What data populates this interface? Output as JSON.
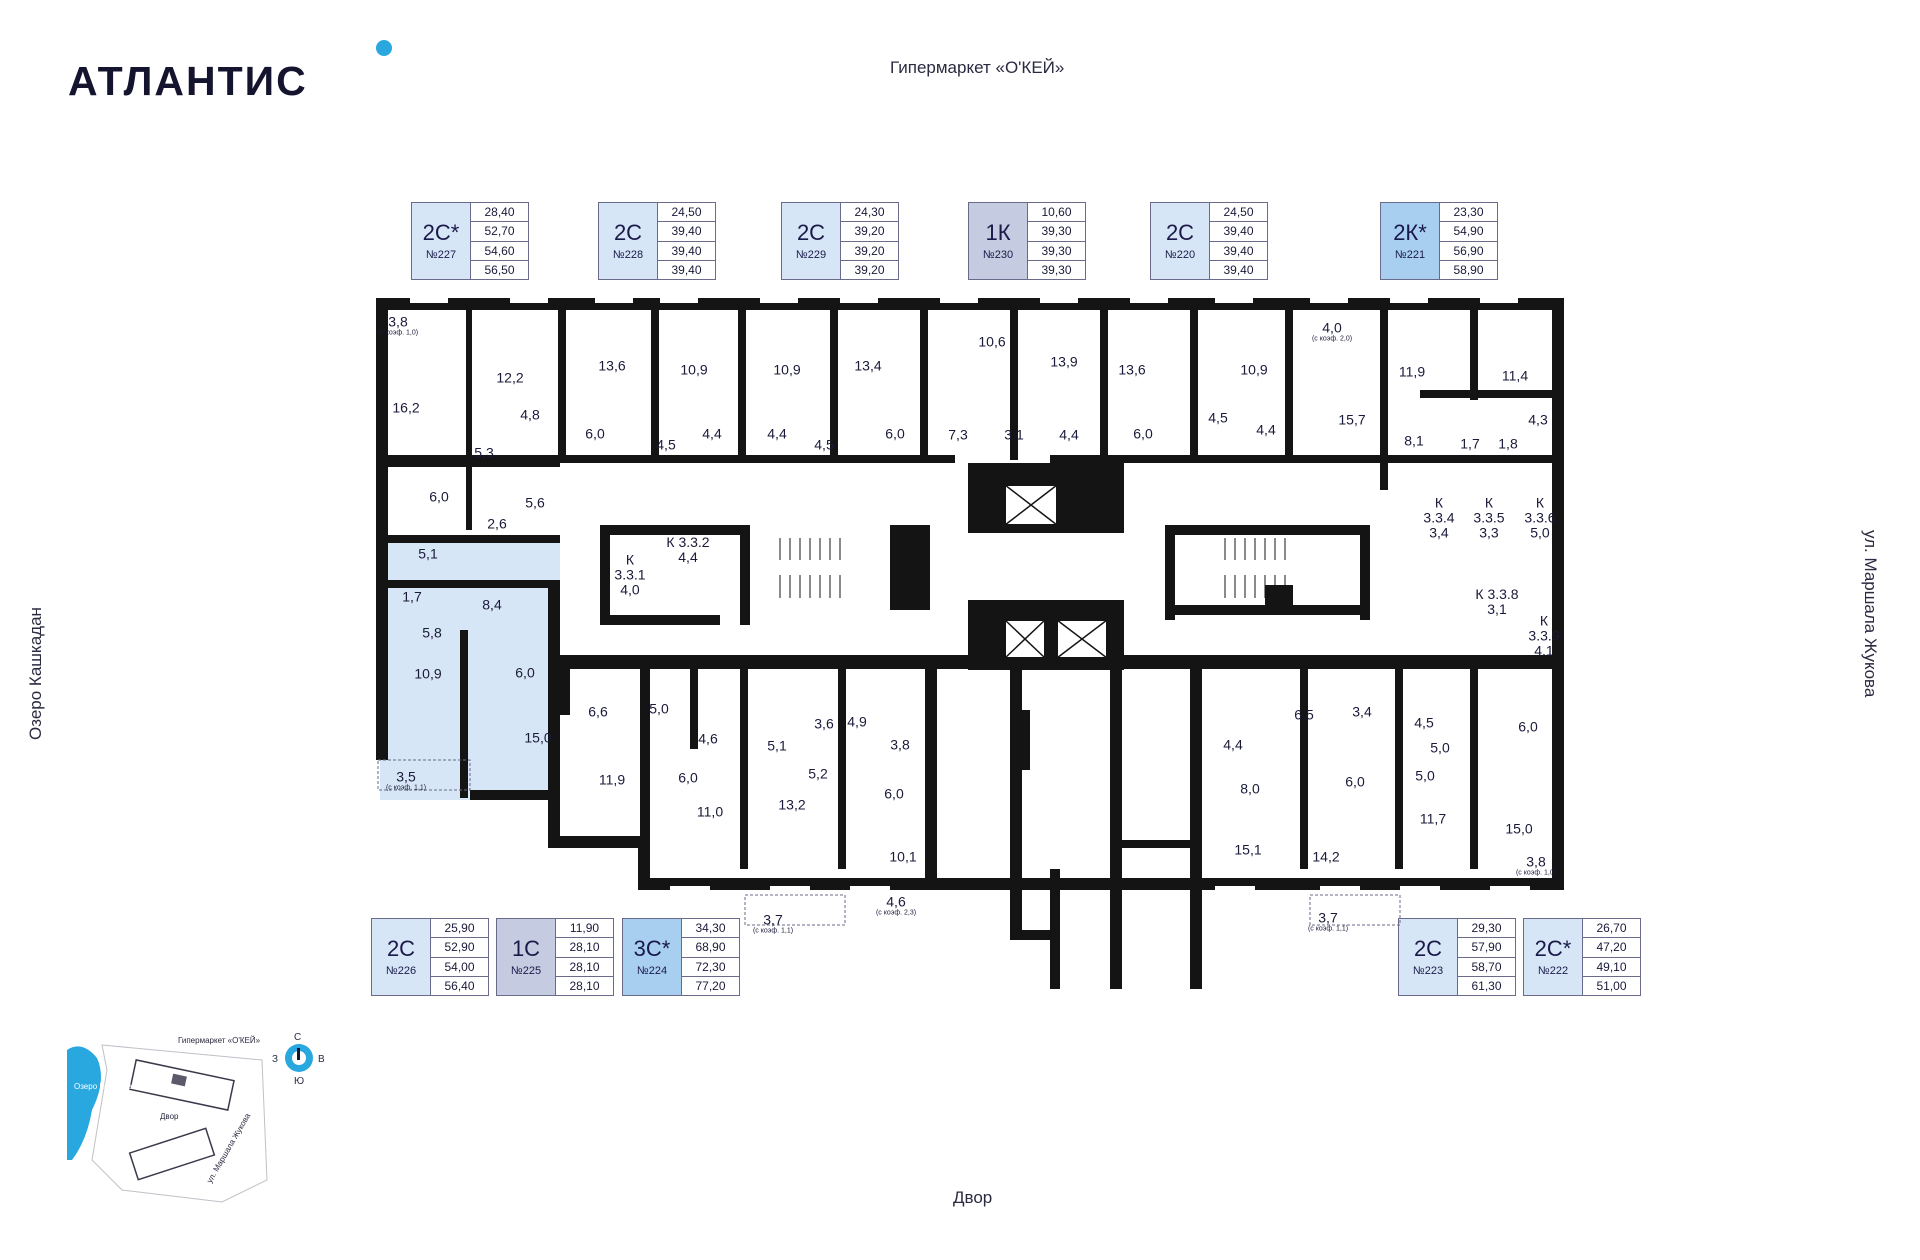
{
  "brand": "АТЛАНТИС",
  "streets": {
    "top": "Гипермаркет «О'КЕЙ»",
    "bottom": "Двор",
    "left": "Озеро Кашкадан",
    "right": "ул. Маршала Жукова"
  },
  "colors": {
    "accent": "#29a8e0",
    "highlight_light": "#d7e6f6",
    "highlight_mid": "#c5cbe0",
    "highlight_strong": "#a9cff0",
    "wall": "#141414"
  },
  "top_cards": [
    {
      "type": "2С*",
      "num": "№227",
      "areas": [
        "28,40",
        "52,70",
        "54,60",
        "56,50"
      ]
    },
    {
      "type": "2С",
      "num": "№228",
      "areas": [
        "24,50",
        "39,40",
        "39,40",
        "39,40"
      ]
    },
    {
      "type": "2С",
      "num": "№229",
      "areas": [
        "24,30",
        "39,20",
        "39,20",
        "39,20"
      ]
    },
    {
      "type": "1К",
      "num": "№230",
      "areas": [
        "10,60",
        "39,30",
        "39,30",
        "39,30"
      ]
    },
    {
      "type": "2С",
      "num": "№220",
      "areas": [
        "24,50",
        "39,40",
        "39,40",
        "39,40"
      ]
    },
    {
      "type": "2К*",
      "num": "№221",
      "areas": [
        "23,30",
        "54,90",
        "56,90",
        "58,90"
      ]
    }
  ],
  "bottom_cards": [
    {
      "type": "2С",
      "num": "№226",
      "areas": [
        "25,90",
        "52,90",
        "54,00",
        "56,40"
      ]
    },
    {
      "type": "1С",
      "num": "№225",
      "areas": [
        "11,90",
        "28,10",
        "28,10",
        "28,10"
      ]
    },
    {
      "type": "3С*",
      "num": "№224",
      "areas": [
        "34,30",
        "68,90",
        "72,30",
        "77,20"
      ]
    },
    {
      "type": "2С",
      "num": "№223",
      "areas": [
        "29,30",
        "57,90",
        "58,70",
        "61,30"
      ]
    },
    {
      "type": "2С*",
      "num": "№222",
      "areas": [
        "26,70",
        "47,20",
        "49,10",
        "51,00"
      ]
    }
  ],
  "rooms": [
    "3,8",
    "12,2",
    "13,6",
    "10,9",
    "10,9",
    "13,4",
    "10,6",
    "13,9",
    "13,6",
    "10,9",
    "4,0",
    "11,9",
    "11,4",
    "16,2",
    "4,8",
    "5,3",
    "6,0",
    "4,5",
    "4,4",
    "4,4",
    "4,5",
    "6,0",
    "7,3",
    "3,1",
    "4,4",
    "6,0",
    "4,5",
    "4,4",
    "15,7",
    "8,1",
    "1,7",
    "1,8",
    "4,3",
    "6,0",
    "5,6",
    "2,6",
    "5,1",
    "1,7",
    "8,4",
    "5,8",
    "10,9",
    "6,0",
    "15,0",
    "3,5",
    "6,6",
    "5,0",
    "4,6",
    "5,1",
    "3,6",
    "4,9",
    "3,8",
    "11,9",
    "6,0",
    "5,2",
    "6,0",
    "11,0",
    "13,2",
    "10,1",
    "4,6",
    "3,7",
    "6,5",
    "3,4",
    "4,5",
    "6,0",
    "4,4",
    "5,0",
    "8,0",
    "6,0",
    "5,0",
    "15,1",
    "14,2",
    "11,7",
    "15,0",
    "3,8",
    "3,7"
  ],
  "coef_notes": [
    "(с коэф. 1,0)",
    "(с коэф. 2,0)",
    "(с коэф. 1,1)",
    "(с коэф. 1,1)",
    "(с коэф. 2,3)",
    "(с коэф. 1,1)",
    "(с коэф. 1,0)"
  ],
  "storage": [
    {
      "label": "К\n3.3.1\n4,0"
    },
    {
      "label": "К 3.3.2\n4,4"
    },
    {
      "label": "К\n3.3.4\n3,4"
    },
    {
      "label": "К\n3.3.5\n3,3"
    },
    {
      "label": "К\n3.3.6\n5,0"
    },
    {
      "label": "К 3.3.8\n3,1"
    },
    {
      "label": "К\n3.3.9\n4,1"
    }
  ],
  "minimap": {
    "lake": "Озеро Кашкадан",
    "market": "Гипермаркет «О'КЕЙ»",
    "yard": "Двор",
    "street": "ул. Маршала Жукова",
    "compass": {
      "n": "С",
      "s": "Ю",
      "w": "З",
      "e": "В"
    }
  }
}
